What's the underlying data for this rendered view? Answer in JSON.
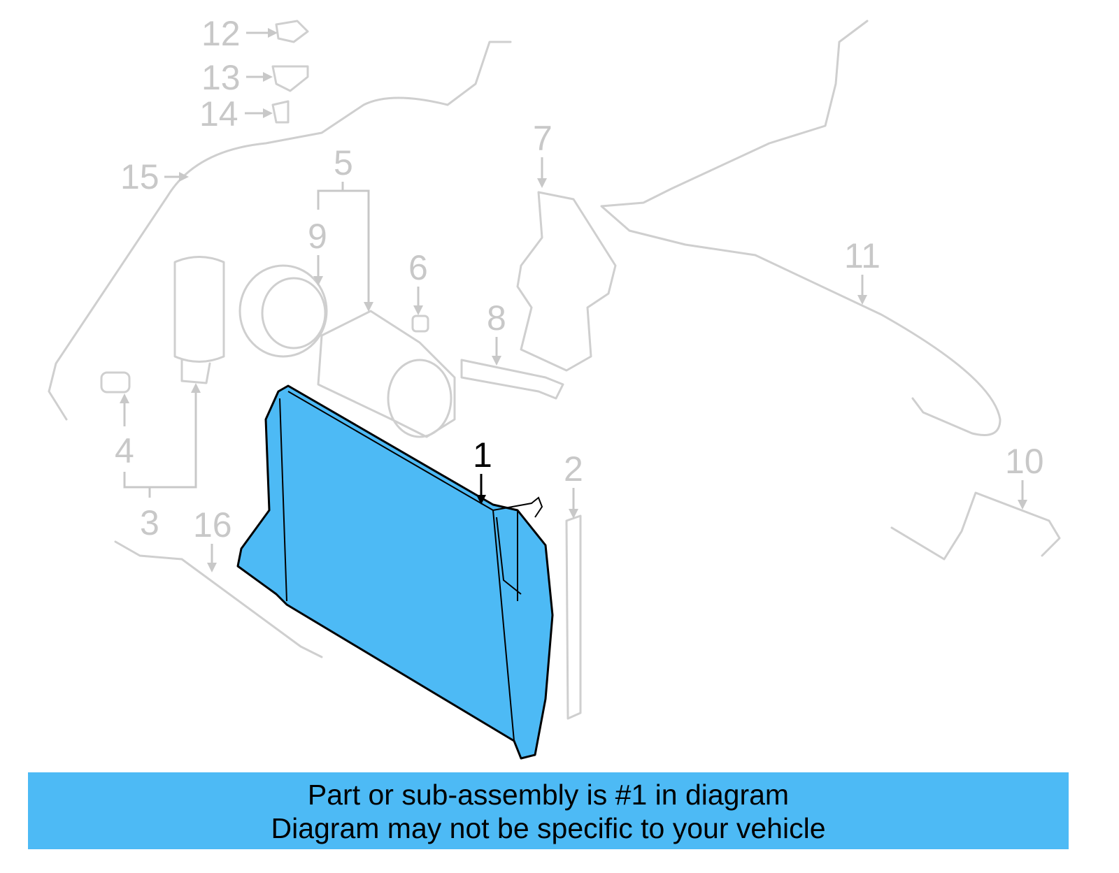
{
  "diagram": {
    "labels": [
      "1",
      "2",
      "3",
      "4",
      "5",
      "6",
      "7",
      "8",
      "9",
      "10",
      "11",
      "12",
      "13",
      "14",
      "15",
      "16"
    ],
    "highlighted_part": "1",
    "highlight_color": "#4dbaf5",
    "line_color": "#cfcfcf"
  },
  "banner": {
    "line1": "Part or sub-assembly is #1 in diagram",
    "line2": "Diagram may not be specific to your vehicle",
    "background": "#4dbaf5"
  }
}
